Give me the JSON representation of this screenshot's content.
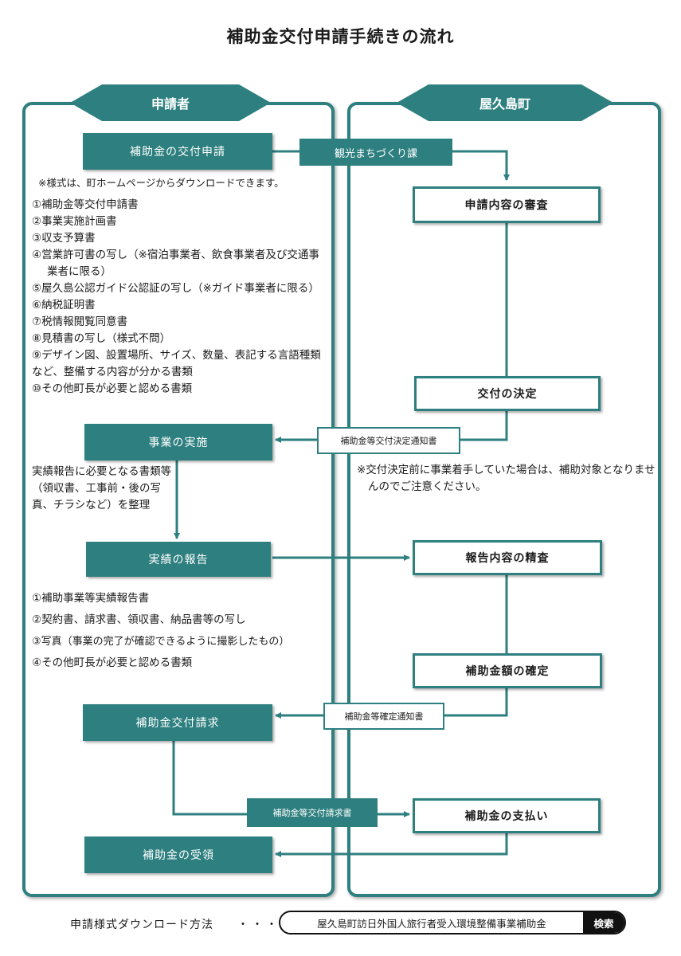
{
  "title": "補助金交付申請手続きの流れ",
  "lanes": {
    "applicant": "申請者",
    "town": "屋久島町"
  },
  "steps": {
    "apply": "補助金の交付申請",
    "implement": "事業の実施",
    "report": "実績の報告",
    "request": "補助金交付請求",
    "receive": "補助金の受領",
    "review": "申請内容の審査",
    "decision": "交付の決定",
    "inspect": "報告内容の精査",
    "confirm": "補助金額の確定",
    "pay": "補助金の支払い"
  },
  "docs": {
    "dept": "観光まちづくり課",
    "decision_notice": "補助金等交付決定通知書",
    "confirm_notice": "補助金等確定通知書",
    "request_form": "補助金等交付請求書"
  },
  "notes": {
    "download": "※様式は、町ホームページからダウンロードできます。",
    "caution": "※交付決定前に事業着手していた場合は、補助対象となりませんのでご注意ください。",
    "prep": "実績報告に必要となる書類等（領収書、工事前・後の写真、チラシなど）を整理"
  },
  "apply_docs": [
    "①補助金等交付申請書",
    "②事業実施計画書",
    "③収支予算書",
    "④営業許可書の写し（※宿泊事業者、飲食事業者及び交通事業者に限る）",
    "⑤屋久島公認ガイド公認証の写し（※ガイド事業者に限る）",
    "⑥納税証明書",
    "⑦税情報閲覧同意書",
    "⑧見積書の写し（様式不問）",
    "⑨デザイン図、設置場所、サイズ、数量、表記する言語種類など、整備する内容が分かる書類",
    "⑩その他町長が必要と認める書類"
  ],
  "report_docs": [
    "①補助事業等実績報告書",
    "②契約書、請求書、領収書、納品書等の写し",
    "③写真（事業の完了が確認できるように撮影したもの）",
    "④その他町長が必要と認める書類"
  ],
  "footer": {
    "label": "申請様式ダウンロード方法",
    "dots": "・・・",
    "search_text": "屋久島町訪日外国人旅行者受入環境整備事業補助金",
    "search_button": "検索"
  },
  "colors": {
    "accent": "#2e7f7f"
  }
}
